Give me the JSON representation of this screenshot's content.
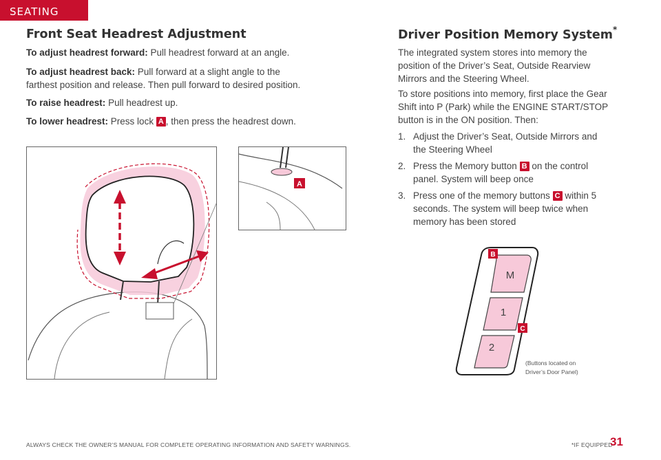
{
  "section_tab": "SEATING",
  "left": {
    "title": "Front Seat Headrest Adjustment",
    "forward_label": "To adjust headrest forward:",
    "forward_text": "Pull headrest forward at an angle.",
    "back_label": "To adjust headrest back:",
    "back_text": "Pull forward at a slight angle to the farthest position and release. Then pull forward to desired position.",
    "raise_label": "To raise headrest:",
    "raise_text": "Pull headrest up.",
    "lower_label": "To lower headrest:",
    "lower_text_1": "Press lock",
    "lower_key": "A",
    "lower_text_2": ", then press the headrest down.",
    "callout_a": "A"
  },
  "right": {
    "title": "Driver Position Memory System",
    "title_mark": "*",
    "para1": "The integrated system stores into memory the position of the Driver’s Seat, Outside Rearview Mirrors and the Steering Wheel.",
    "para2": "To store positions into memory, first place the Gear Shift into P (Park) while the ENGINE START/STOP button is in the ON position. Then:",
    "steps": [
      {
        "num": "1.",
        "text_1": "Adjust the Driver’s Seat, Outside Mirrors and the Steering Wheel",
        "key": "",
        "text_2": ""
      },
      {
        "num": "2.",
        "text_1": "Press the Memory button",
        "key": "B",
        "text_2": "on the control panel. System will beep once"
      },
      {
        "num": "3.",
        "text_1": "Press one of the memory buttons",
        "key": "C",
        "text_2": "within 5 seconds. The system will beep twice when memory has been stored"
      }
    ],
    "panel": {
      "btn_m": "M",
      "btn_1": "1",
      "btn_2": "2",
      "callout_b": "B",
      "callout_c": "C",
      "note_line1": "(Buttons located on",
      "note_line2": "Driver’s Door Panel)"
    }
  },
  "footer": {
    "left": "ALWAYS CHECK THE OWNER’S MANUAL FOR COMPLETE OPERATING INFORMATION AND SAFETY WARNINGS.",
    "right": "*IF EQUIPPED",
    "page": "31"
  },
  "colors": {
    "accent": "#c8102e",
    "highlight": "#f7c9d9"
  }
}
